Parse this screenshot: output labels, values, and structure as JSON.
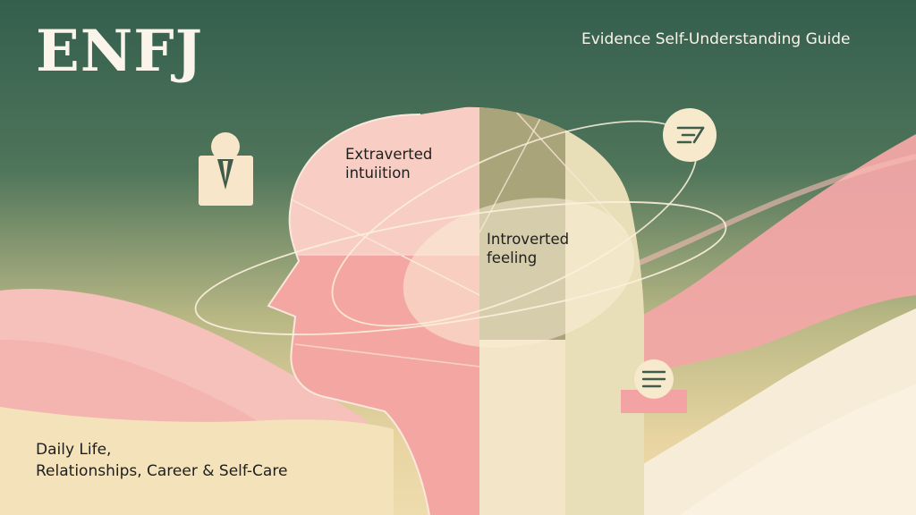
{
  "header": {
    "title": "ENFJ",
    "subtitle": "Evidence Self-Understanding Guide"
  },
  "diagram": {
    "labels": [
      {
        "lines": [
          "Extraverted",
          "intuiition"
        ]
      },
      {
        "lines": [
          "Introverted",
          "feeling"
        ]
      }
    ],
    "icons": [
      "person-icon",
      "message-icon",
      "notes-icon"
    ]
  },
  "footer": {
    "lines": [
      "Daily Life,",
      "Relationships, Career & Self-Care"
    ]
  },
  "colors": {
    "sky_top": "#345f4e",
    "sky_bottom": "#e9d6a6",
    "accent_pink": "#f2a3a3",
    "cream": "#f8efdc"
  }
}
